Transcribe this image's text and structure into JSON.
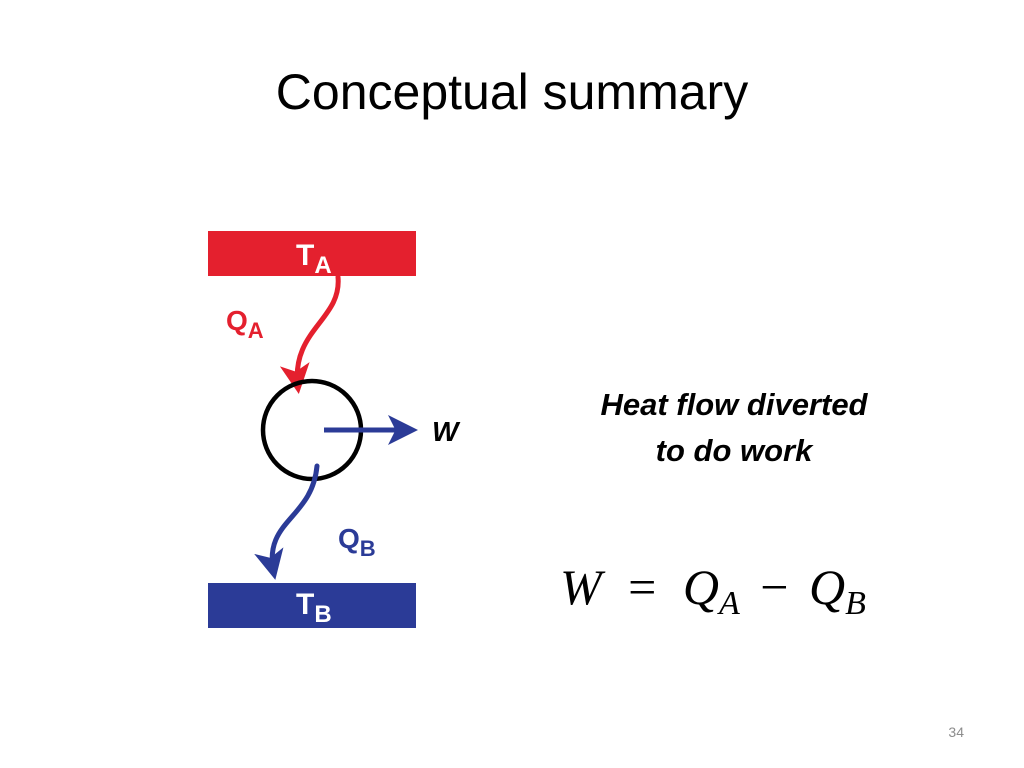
{
  "slide": {
    "title": "Conceptual summary",
    "number": "34"
  },
  "diagram": {
    "hot_reservoir": {
      "symbol": "T",
      "subscript": "A",
      "color": "#e4202e"
    },
    "cold_reservoir": {
      "symbol": "T",
      "subscript": "B",
      "color": "#2b3b97"
    },
    "heat_in": {
      "symbol": "Q",
      "subscript": "A",
      "color": "#e4202e"
    },
    "heat_out": {
      "symbol": "Q",
      "subscript": "B",
      "color": "#2b3b97"
    },
    "work": {
      "symbol": "W",
      "color": "#2b3b97"
    },
    "engine": {
      "shape": "circle",
      "color": "#000000"
    }
  },
  "caption": {
    "line1": "Heat flow diverted",
    "line2": "to do work"
  },
  "equation": {
    "lhs": "W",
    "equals": "=",
    "term1": "Q",
    "term1_sub": "A",
    "minus": "−",
    "term2": "Q",
    "term2_sub": "B"
  }
}
